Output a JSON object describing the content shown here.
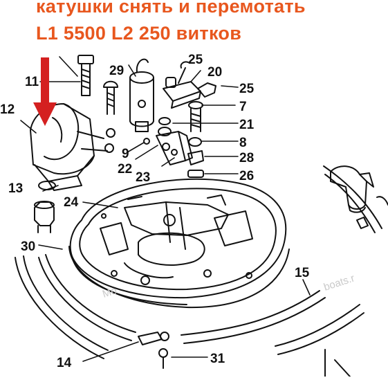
{
  "caption": {
    "line1": "катушки снять и перемотать",
    "line2": "L1 5500 L2 250 витков"
  },
  "accent_color": "#e8571e",
  "arrow_color": "#d42020",
  "watermark": "boats.r",
  "part_labels": {
    "p11": "11",
    "p12": "12",
    "p13": "13",
    "p14": "14",
    "p15": "15",
    "p20": "20",
    "p21": "21",
    "p22": "22",
    "p23": "23",
    "p24": "24",
    "p25": "25",
    "p26": "26",
    "p28": "28",
    "p29": "29",
    "p30": "30",
    "p31": "31",
    "p7": "7",
    "p8": "8",
    "p9": "9",
    "p2x": "25"
  }
}
